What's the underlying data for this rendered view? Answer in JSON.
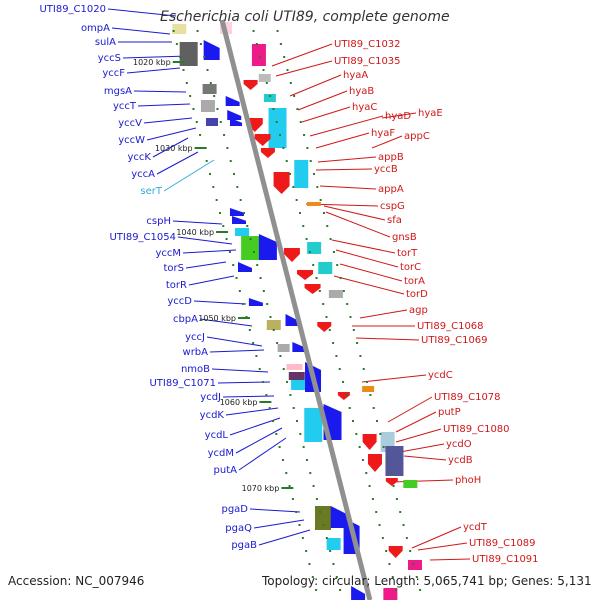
{
  "title": "Escherichia coli UTI89, complete genome",
  "footer": {
    "accession": "Accession: NC_007946",
    "topology": "Topology: circular; Length: 5,065,741 bp; Genes: 5,131"
  },
  "colors": {
    "forward_label": "#1a1ad0",
    "reverse_label": "#d01818",
    "rna_label": "#33aadd",
    "backbone": "#909090",
    "tick": "#2a7a2a"
  },
  "scale_ticks": [
    "1020 kbp",
    "1030 kbp",
    "1040 kbp",
    "1050 kbp",
    "1060 kbp",
    "1070 kbp"
  ],
  "left_labels": [
    "UTI89_C1020",
    "ompA",
    "sulA",
    "yccS",
    "yccF",
    "mgsA",
    "yccT",
    "yccV",
    "yccW",
    "yccK",
    "yccA",
    "serT",
    "cspH",
    "UTI89_C1054",
    "yccM",
    "torS",
    "torR",
    "yccD",
    "cbpA",
    "yccJ",
    "wrbA",
    "nmoB",
    "UTI89_C1071",
    "ycdJ",
    "ycdK",
    "ycdL",
    "ycdM",
    "putA",
    "pgaD",
    "pgaQ",
    "pgaB"
  ],
  "right_labels": [
    "UTI89_C1032",
    "UTI89_C1035",
    "hyaA",
    "hyaB",
    "hyaC",
    "hyaD",
    "hyaE",
    "hyaF",
    "appC",
    "appB",
    "yccB",
    "appA",
    "cspG",
    "sfa",
    "gnsB",
    "torT",
    "torC",
    "torA",
    "torD",
    "agp",
    "UTI89_C1068",
    "UTI89_C1069",
    "ycdC",
    "UTI89_C1078",
    "putP",
    "UTI89_C1080",
    "ycdO",
    "ycdB",
    "phoH",
    "ycdT",
    "UTI89_C1089",
    "UTI89_C1091"
  ]
}
